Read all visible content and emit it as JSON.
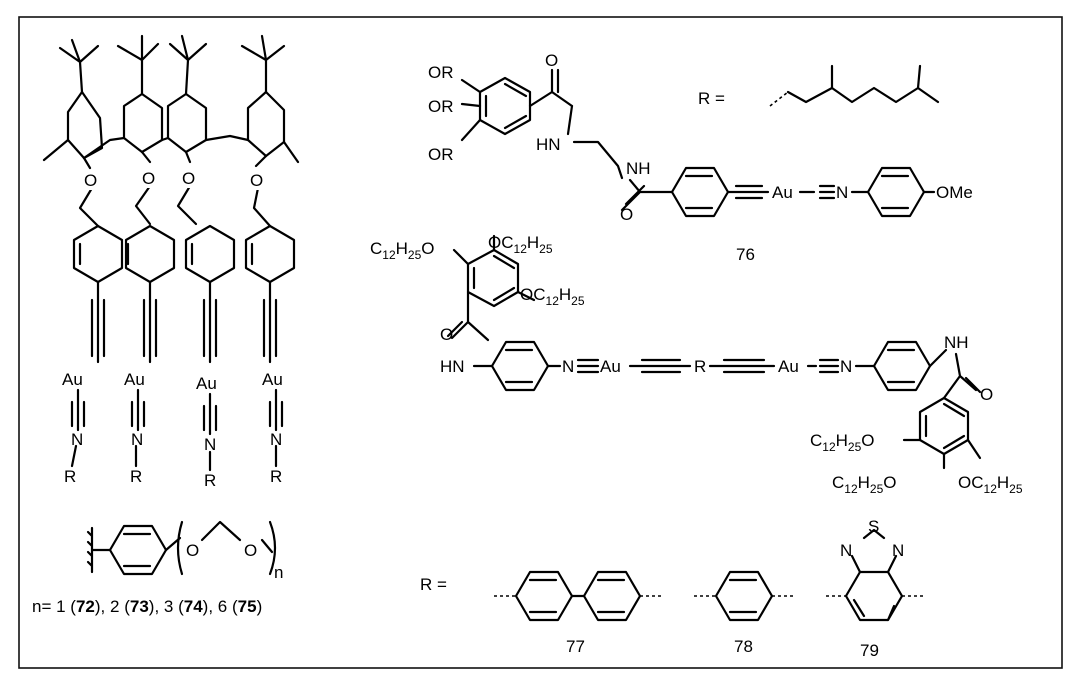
{
  "left": {
    "subunit_labels": {
      "metal": "Au",
      "nitrogen": "N",
      "substituent": "R",
      "ether_oxygen": "O"
    },
    "r_group": {
      "oxygen": "O",
      "repeat_index": "n"
    },
    "caption": {
      "prefix": "n= ",
      "items": [
        {
          "n": "1",
          "compound": "72"
        },
        {
          "n": "2",
          "compound": "73"
        },
        {
          "n": "3",
          "compound": "74"
        },
        {
          "n": "6",
          "compound": "75"
        }
      ]
    }
  },
  "c76": {
    "or_label": "OR",
    "amide_n1": "HN",
    "amide_n2": "NH",
    "carbonyl_o": "O",
    "metal": "Au",
    "nitrogen": "N",
    "methoxy": "OMe",
    "r_def_label": "R =",
    "compound_number": "76"
  },
  "dimer": {
    "alkoxy_o": "O",
    "chain_c": "C",
    "chain_c_sub": "12",
    "chain_h": "H",
    "chain_h_sub": "25",
    "hn": "HN",
    "nh": "NH",
    "carbonyl_o": "O",
    "metal": "Au",
    "nitrogen": "N",
    "linker": "R"
  },
  "spacers": {
    "r_def_label": "R =",
    "thiadiazole_s": "S",
    "thiadiazole_n": "N",
    "compounds": [
      "77",
      "78",
      "79"
    ]
  }
}
